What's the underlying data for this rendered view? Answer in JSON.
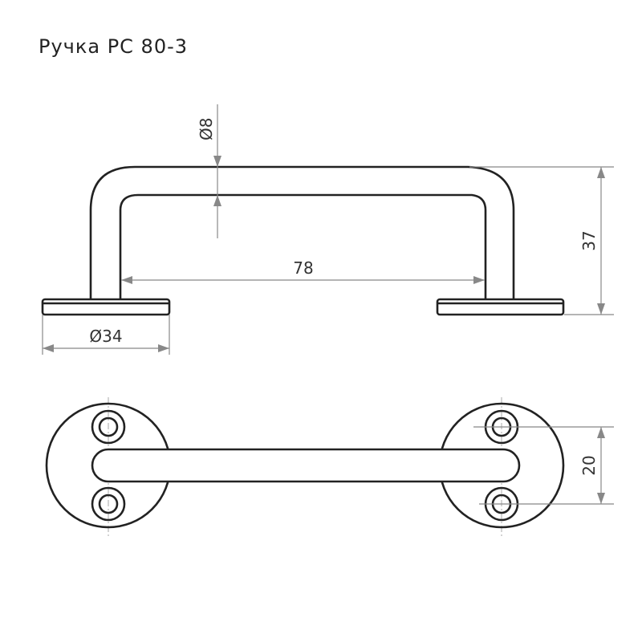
{
  "title": "Ручка РС 80-3",
  "dimensions": {
    "tube_diameter": "Ø8",
    "inner_span": "78",
    "height": "37",
    "base_diameter": "Ø34",
    "hole_spacing": "20"
  }
}
